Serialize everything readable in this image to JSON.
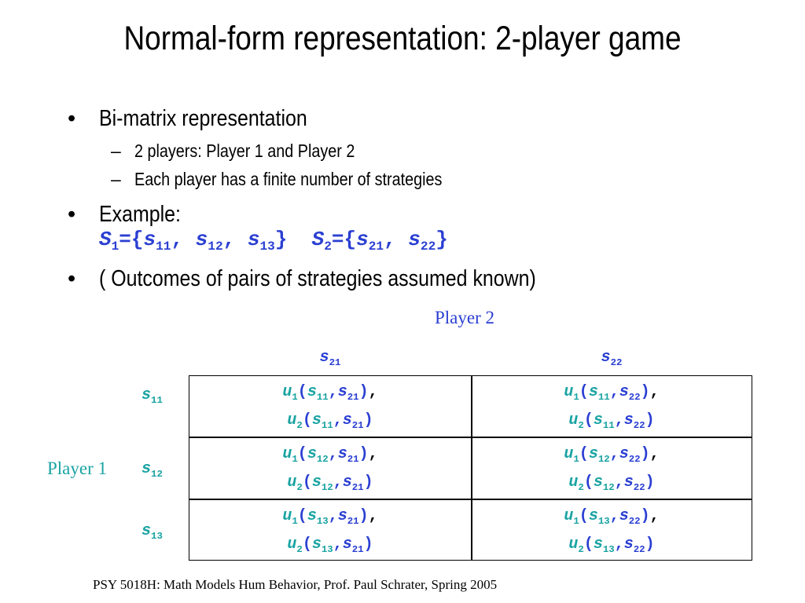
{
  "title": "Normal-form representation: 2-player game",
  "bullets": [
    {
      "text": "Bi-matrix representation",
      "sub": [
        "2 players: Player 1 and Player 2",
        "Each player has a finite number of strategies"
      ]
    },
    {
      "text": "Example:"
    },
    {
      "text": "( Outcomes of pairs of strategies assumed known)"
    }
  ],
  "bullet_char": "•",
  "dash_char": "–",
  "example": {
    "s1_set": [
      "11",
      "12",
      "13"
    ],
    "s2_set": [
      "21",
      "22"
    ]
  },
  "table": {
    "col_player": "Player 2",
    "row_player": "Player 1",
    "columns": [
      "21",
      "22"
    ],
    "rows": [
      "11",
      "12",
      "13"
    ]
  },
  "colors": {
    "player2": "#2a3fd2",
    "player1": "#1aa3a3"
  },
  "footer": "PSY 5018H: Math Models Hum Behavior, Prof. Paul Schrater, Spring 2005"
}
